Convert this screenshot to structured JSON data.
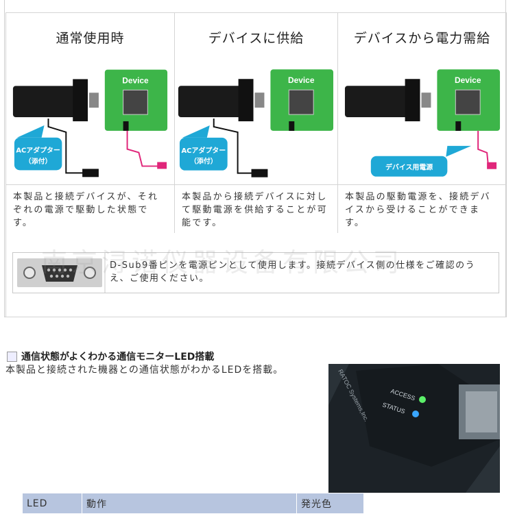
{
  "columns": [
    {
      "title": "通常使用時",
      "desc": "本製品と接続デバイスが、それぞれの電源で駆動した状態です。",
      "badge": "ACアダプター（添付）",
      "device_label": "Device"
    },
    {
      "title": "デバイスに供給",
      "desc": "本製品から接続デバイスに対して駆動電源を供給することが可能です。",
      "badge": "ACアダプター（添付）",
      "device_label": "Device"
    },
    {
      "title": "デバイスから電力需給",
      "desc": "本製品の駆動電源を、接続デバイスから受けることができます。",
      "badge": "デバイス用電源",
      "device_label": "Device"
    }
  ],
  "note": {
    "text": "D-Sub9番ピンを電源ピンとして使用します。接続デバイス側の仕様をご確認のうえ、ご使用ください。"
  },
  "watermark": "南京浔诺仪器设备有限公司",
  "section": {
    "title": "通信状態がよくわかる通信モニターLED搭載",
    "body": "本製品と接続された機器との通信状態がわかるLEDを搭載。",
    "photo_labels": {
      "access": "ACCESS",
      "status": "STATUS",
      "brand": "RATOC Systems,Inc."
    }
  },
  "table": {
    "headers": [
      "LED",
      "動作",
      "発光色"
    ]
  },
  "colors": {
    "device_green": "#3db549",
    "badge_cyan": "#1fa8d6",
    "cable_pink": "#e0267a",
    "header_blue": "#b7c5df"
  }
}
